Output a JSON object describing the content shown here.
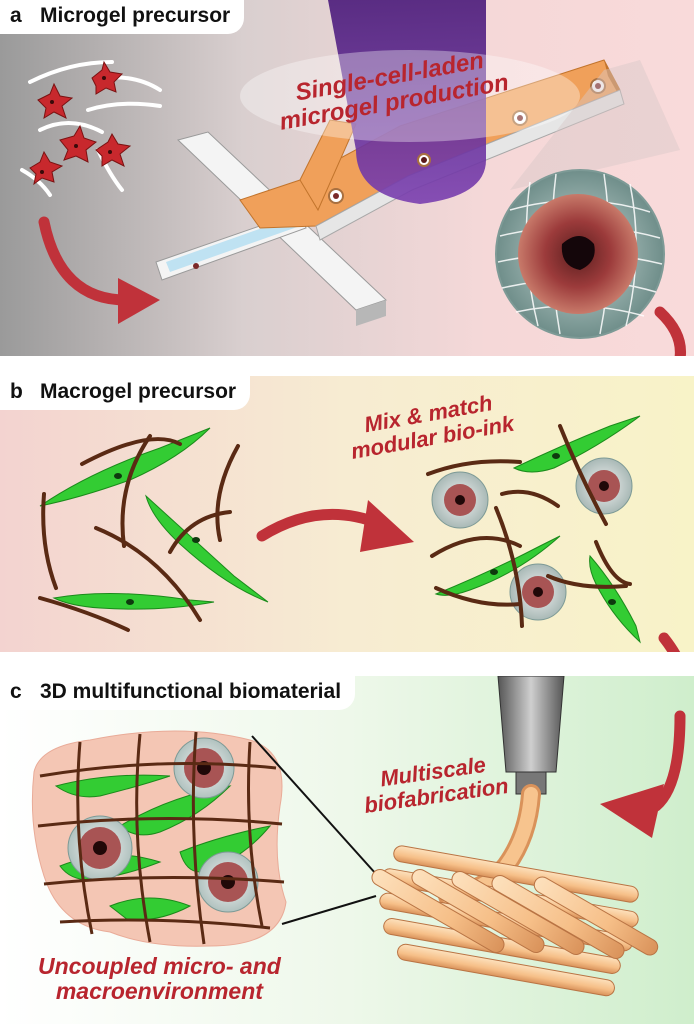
{
  "panels": {
    "a": {
      "letter": "a",
      "title": "Microgel precursor",
      "caption_line1": "Single-cell-laden",
      "caption_line2": "microgel production"
    },
    "b": {
      "letter": "b",
      "title": "Macrogel precursor",
      "caption_line1": "Mix & match",
      "caption_line2": "modular bio-ink"
    },
    "c": {
      "letter": "c",
      "title": "3D multifunctional biomaterial",
      "caption_line1": "Multiscale",
      "caption_line2": "biofabrication",
      "bottom_line1": "Uncoupled micro- and",
      "bottom_line2": "macroenvironment"
    }
  },
  "colors": {
    "red_text": "#b8252e",
    "arrow_red": "#c0323a",
    "cell_red": "#c8282d",
    "cell_green": "#33cc33",
    "fiber_brown": "#5a2a14",
    "chip_orange": "#f0a05a",
    "filament_peach": "#f7c48e",
    "uv_purple": "#5b1f8e"
  }
}
